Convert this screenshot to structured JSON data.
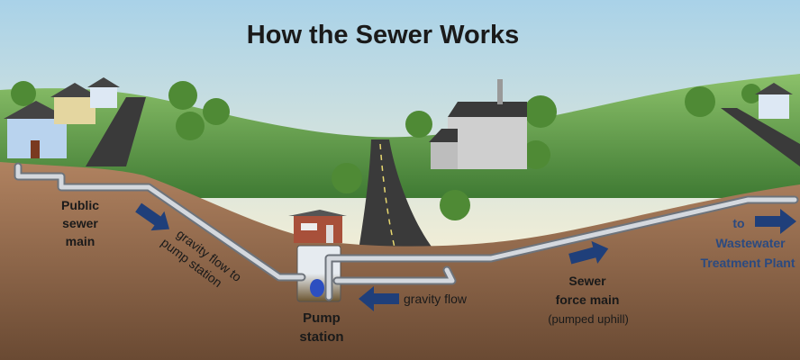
{
  "title": "How the Sewer Works",
  "labels": {
    "public_sewer_main": [
      "Public",
      "sewer",
      "main"
    ],
    "gravity_flow_to_pump": [
      "gravity flow to",
      "pump station"
    ],
    "pump_station": [
      "Pump",
      "station"
    ],
    "gravity_flow": "gravity flow",
    "force_main": [
      "Sewer",
      "force main"
    ],
    "force_main_note": "(pumped uphill)",
    "destination": [
      "to",
      "Wastewater",
      "Treatment Plant"
    ]
  },
  "colors": {
    "arrow": "#1f3f7a",
    "destination_text": "#2b4a80",
    "soil": "#a67a58",
    "grass": "#5e9a48",
    "pipe": "#c9cdd3"
  }
}
